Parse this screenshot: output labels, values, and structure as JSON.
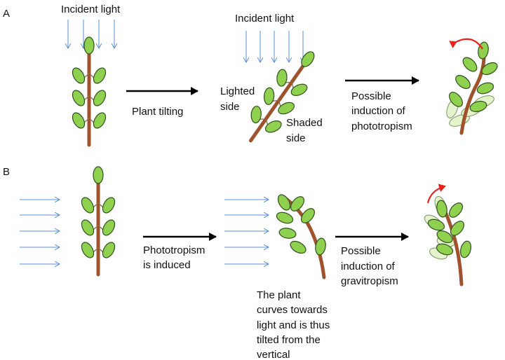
{
  "panels": {
    "a": {
      "label": "A",
      "incident_light_1": "Incident light",
      "incident_light_2": "Incident light",
      "arrow1_label": "Plant tilting",
      "lighted_side": [
        "Lighted",
        "side"
      ],
      "shaded_side": [
        "Shaded",
        "side"
      ],
      "arrow2_label": [
        "Possible",
        "induction of",
        "phototropism"
      ]
    },
    "b": {
      "label": "B",
      "arrow1_label": [
        "Phototropism",
        "is induced"
      ],
      "caption": [
        "The plant",
        "curves towards",
        "light and is thus",
        "tilted from the",
        "vertical"
      ],
      "arrow2_label": [
        "Possible",
        "induction of",
        "gravitropism"
      ]
    }
  },
  "colors": {
    "light_arrow": "#5b8fd6",
    "stem": "#a0522d",
    "leaf": "#8fd14f",
    "leaf_faded": "#e3f3c8",
    "leaf_stroke": "#2f4f1f",
    "process_arrow": "#000000",
    "rotation_arrow": "#e8231e"
  }
}
